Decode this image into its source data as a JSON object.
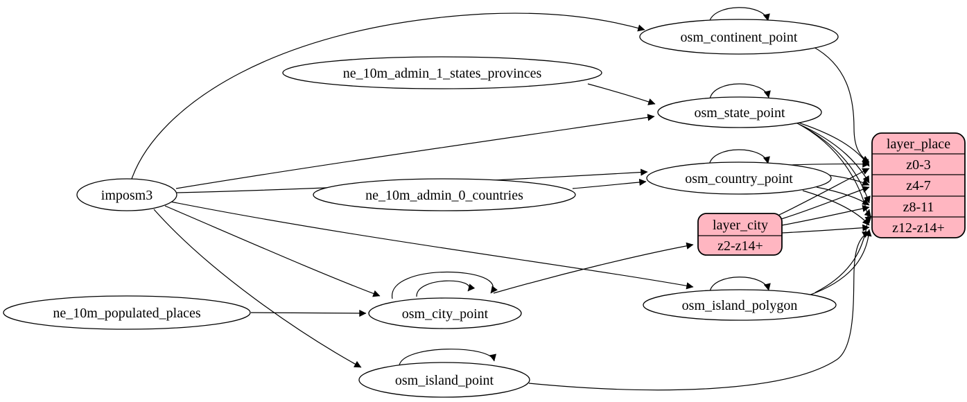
{
  "diagram": {
    "type": "graphviz-etl-dependency-graph",
    "colors": {
      "background": "#ffffff",
      "node_fill": "#ffffff",
      "record_fill": "#ffb6c1",
      "stroke": "#000000"
    },
    "nodes": {
      "imposm3": {
        "label": "imposm3"
      },
      "ne_10m_admin_1_states_provinces": {
        "label": "ne_10m_admin_1_states_provinces"
      },
      "ne_10m_admin_0_countries": {
        "label": "ne_10m_admin_0_countries"
      },
      "ne_10m_populated_places": {
        "label": "ne_10m_populated_places"
      },
      "osm_continent_point": {
        "label": "osm_continent_point"
      },
      "osm_state_point": {
        "label": "osm_state_point"
      },
      "osm_country_point": {
        "label": "osm_country_point"
      },
      "osm_city_point": {
        "label": "osm_city_point"
      },
      "osm_island_polygon": {
        "label": "osm_island_polygon"
      },
      "osm_island_point": {
        "label": "osm_island_point"
      }
    },
    "records": {
      "layer_city": {
        "title": "layer_city",
        "rows": [
          "z2-z14+"
        ]
      },
      "layer_place": {
        "title": "layer_place",
        "rows": [
          "z0-3",
          "z4-7",
          "z8-11",
          "z12-z14+"
        ]
      }
    },
    "edges": [
      {
        "from": "imposm3",
        "to": "osm_continent_point"
      },
      {
        "from": "imposm3",
        "to": "osm_state_point"
      },
      {
        "from": "imposm3",
        "to": "osm_country_point"
      },
      {
        "from": "imposm3",
        "to": "osm_city_point"
      },
      {
        "from": "imposm3",
        "to": "osm_island_polygon"
      },
      {
        "from": "imposm3",
        "to": "osm_island_point"
      },
      {
        "from": "ne_10m_admin_1_states_provinces",
        "to": "osm_state_point"
      },
      {
        "from": "ne_10m_admin_0_countries",
        "to": "osm_country_point"
      },
      {
        "from": "ne_10m_populated_places",
        "to": "osm_city_point"
      },
      {
        "from": "osm_continent_point",
        "to": "osm_continent_point"
      },
      {
        "from": "osm_state_point",
        "to": "osm_state_point"
      },
      {
        "from": "osm_country_point",
        "to": "osm_country_point"
      },
      {
        "from": "osm_city_point",
        "to": "osm_city_point"
      },
      {
        "from": "osm_city_point",
        "to": "osm_city_point"
      },
      {
        "from": "osm_island_polygon",
        "to": "osm_island_polygon"
      },
      {
        "from": "osm_island_point",
        "to": "osm_island_point"
      },
      {
        "from": "osm_continent_point",
        "to": "layer_place:z0-3"
      },
      {
        "from": "osm_state_point",
        "to": "layer_place:z0-3"
      },
      {
        "from": "osm_state_point",
        "to": "layer_place:z4-7"
      },
      {
        "from": "osm_state_point",
        "to": "layer_place:z8-11"
      },
      {
        "from": "osm_state_point",
        "to": "layer_place:z12-z14+"
      },
      {
        "from": "osm_country_point",
        "to": "layer_place:z0-3"
      },
      {
        "from": "osm_country_point",
        "to": "layer_place:z4-7"
      },
      {
        "from": "osm_country_point",
        "to": "layer_place:z8-11"
      },
      {
        "from": "osm_country_point",
        "to": "layer_place:z12-z14+"
      },
      {
        "from": "osm_city_point",
        "to": "layer_city:z2-z14+"
      },
      {
        "from": "layer_city",
        "to": "layer_place:z0-3"
      },
      {
        "from": "layer_city",
        "to": "layer_place:z4-7"
      },
      {
        "from": "layer_city",
        "to": "layer_place:z8-11"
      },
      {
        "from": "layer_city",
        "to": "layer_place:z12-z14+"
      },
      {
        "from": "osm_island_polygon",
        "to": "layer_place:z8-11"
      },
      {
        "from": "osm_island_polygon",
        "to": "layer_place:z12-z14+"
      },
      {
        "from": "osm_island_point",
        "to": "layer_place:z12-z14+"
      }
    ]
  }
}
